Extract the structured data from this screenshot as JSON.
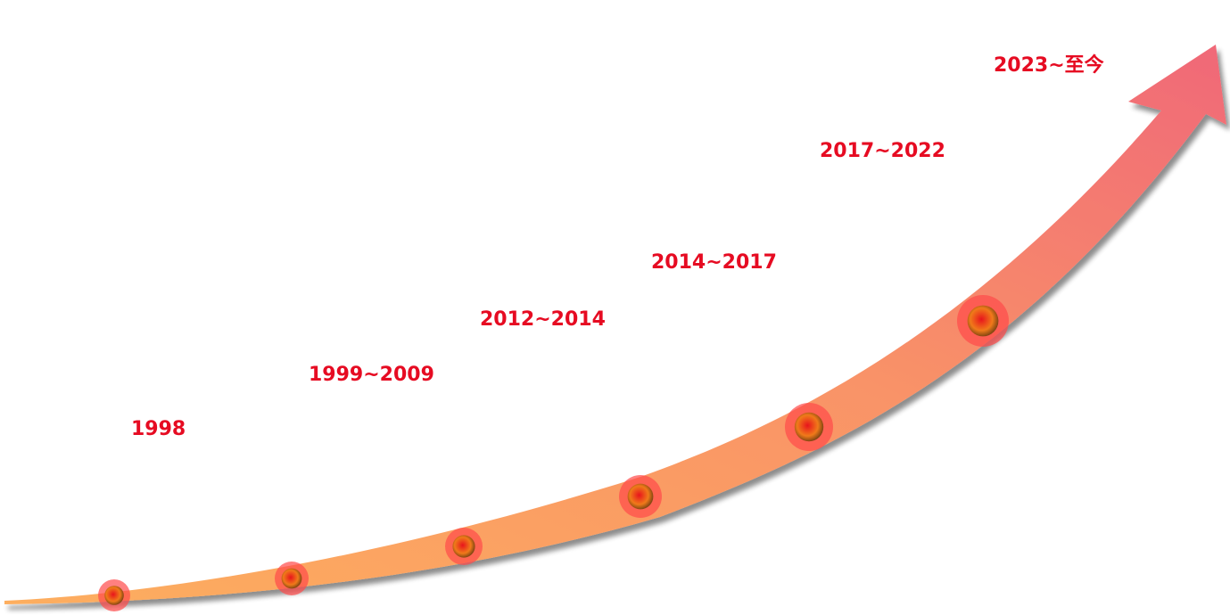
{
  "colors": {
    "label": "#e60b22",
    "arrow_start": "#fdae5f",
    "arrow_end": "#f06878",
    "node_halo": "#ff4a4a",
    "node_core": "#e8141c"
  },
  "milestones": [
    {
      "label": "1998"
    },
    {
      "label": "1999~2009"
    },
    {
      "label": "2012~2014"
    },
    {
      "label": "2014~2017"
    },
    {
      "label": "2017~2022"
    },
    {
      "label": "2023~至今"
    }
  ]
}
